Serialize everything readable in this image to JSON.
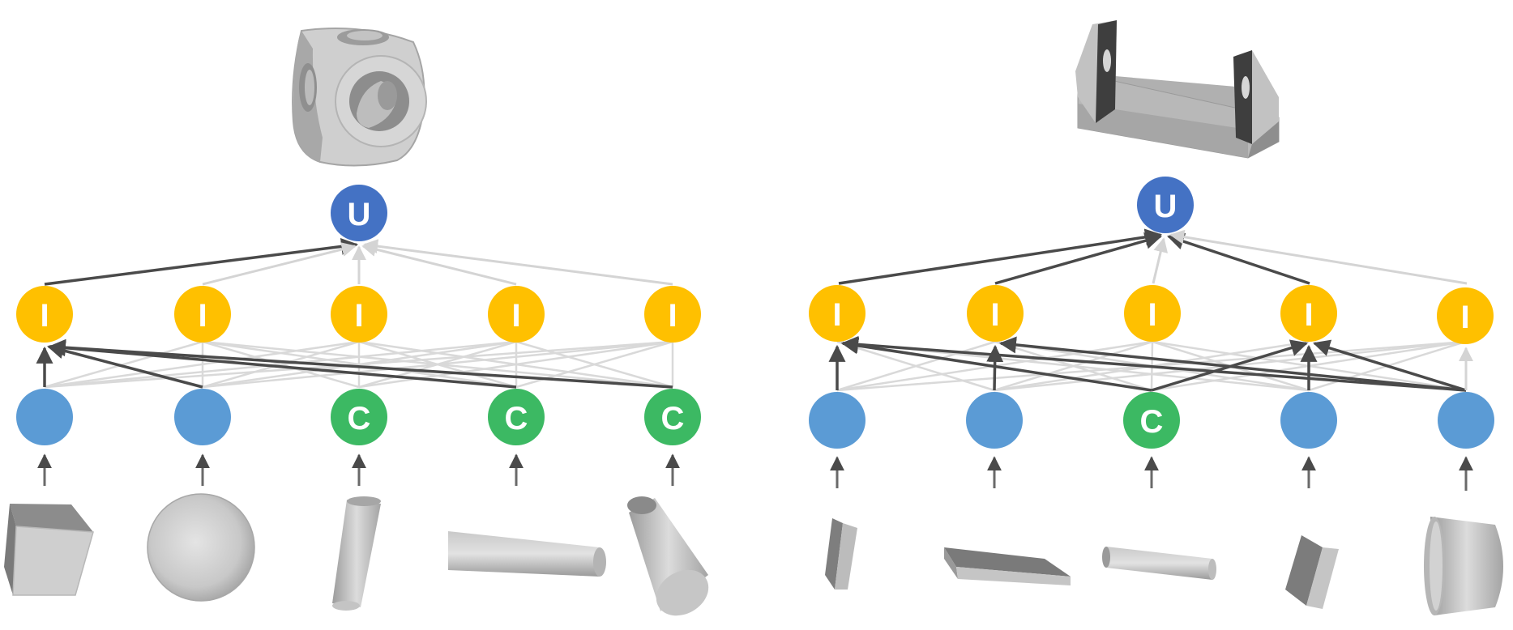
{
  "colors": {
    "union": "#4472c4",
    "intersection": "#ffc000",
    "complement": "#3cb963",
    "primitive": "#5b9bd5",
    "edge_active": "#4a4a4a",
    "edge_inactive": "#d4d4d4",
    "shape_light": "#c8c8c8",
    "shape_dark": "#7a7a7a"
  },
  "diagrams": [
    {
      "top_shape": "cube-with-cylindrical-holes",
      "union_label": "U",
      "intersection_labels": [
        "I",
        "I",
        "I",
        "I",
        "I"
      ],
      "leaf_nodes": [
        {
          "type": "primitive",
          "label": ""
        },
        {
          "type": "primitive",
          "label": ""
        },
        {
          "type": "complement",
          "label": "C"
        },
        {
          "type": "complement",
          "label": "C"
        },
        {
          "type": "complement",
          "label": "C"
        }
      ],
      "primitive_shapes": [
        "box",
        "sphere",
        "thin-cylinder",
        "long-cylinder",
        "thick-cylinder"
      ]
    },
    {
      "top_shape": "bracket-with-two-holes",
      "union_label": "U",
      "intersection_labels": [
        "I",
        "I",
        "I",
        "I",
        "I"
      ],
      "leaf_nodes": [
        {
          "type": "primitive",
          "label": ""
        },
        {
          "type": "primitive",
          "label": ""
        },
        {
          "type": "complement",
          "label": "C"
        },
        {
          "type": "primitive",
          "label": ""
        },
        {
          "type": "primitive",
          "label": ""
        }
      ],
      "primitive_shapes": [
        "thin-plate",
        "flat-slab",
        "small-cylinder",
        "tilted-plate",
        "truncated-cone"
      ]
    }
  ]
}
